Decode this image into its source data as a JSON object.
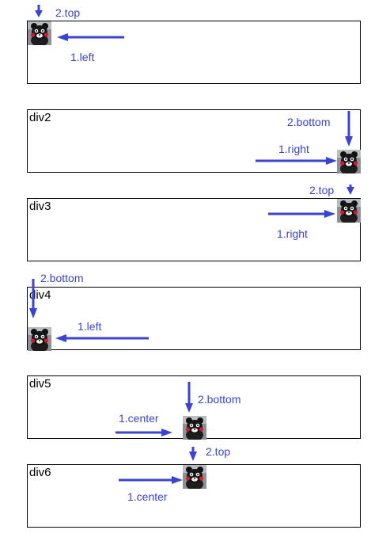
{
  "colors": {
    "arrow": "#3a44d2",
    "border": "#000000"
  },
  "icons": {
    "bear": "kumamon-bear-image"
  },
  "boxes": [
    {
      "label": "",
      "h_label": "1.left",
      "v_label": "2.top"
    },
    {
      "label": "div2",
      "h_label": "1.right",
      "v_label": "2.bottom"
    },
    {
      "label": "div3",
      "h_label": "1.right",
      "v_label": "2.top"
    },
    {
      "label": "div4",
      "h_label": "1.left",
      "v_label": "2.bottom"
    },
    {
      "label": "div5",
      "h_label": "1.center",
      "v_label": "2.bottom"
    },
    {
      "label": "div6",
      "h_label": "1.center",
      "v_label": "2.top"
    }
  ]
}
